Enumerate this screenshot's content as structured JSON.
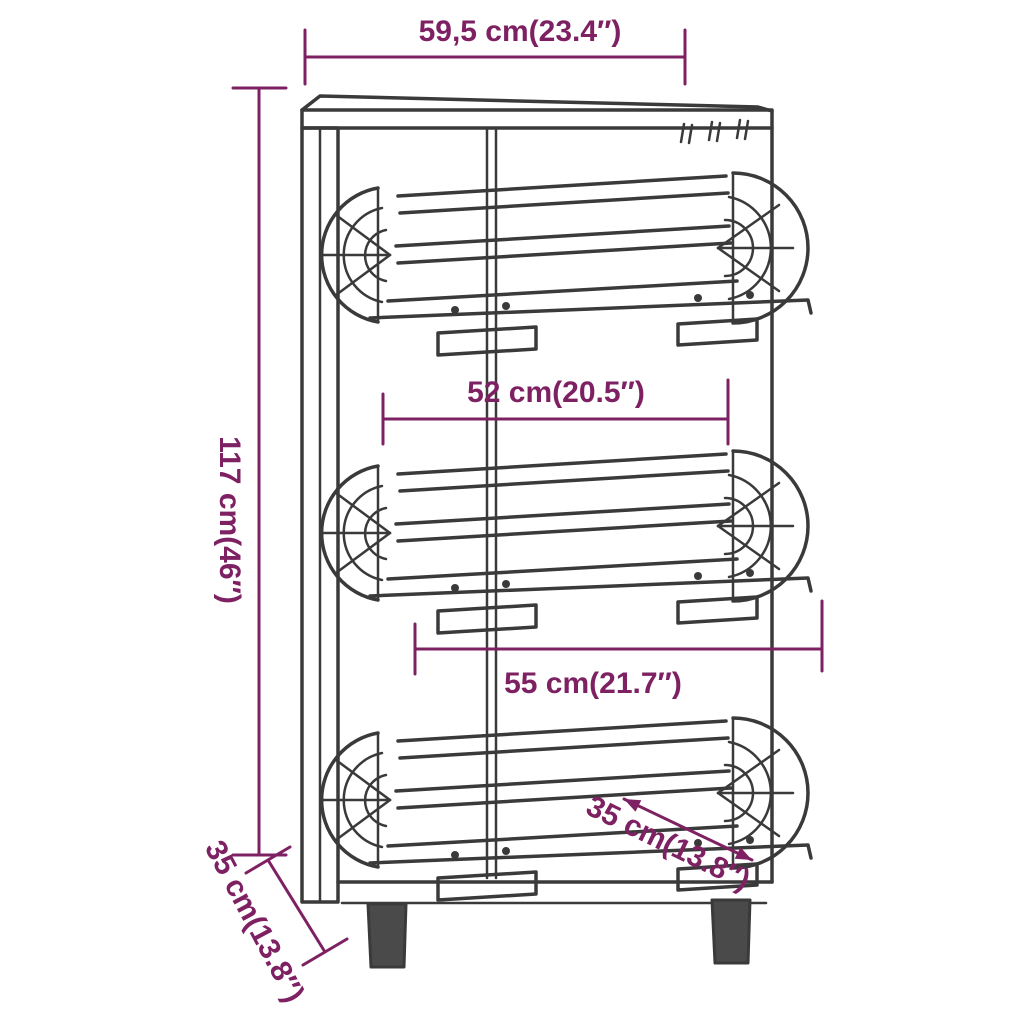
{
  "meta": {
    "drawing": "shoe-cabinet-with-3-flip-compartments",
    "background": "#ffffff",
    "accent_color": "#7e2163",
    "line_color": "#3a3a3a"
  },
  "dimensions": {
    "width_top": "59,5 cm(23.4″)",
    "height_left": "117 cm(46″)",
    "inner_width_upper": "52 cm(20.5″)",
    "inner_width_lower": "55 cm(21.7″)",
    "depth_side": "35 cm(13.8″)",
    "depth_flap": "35 cm(13.8″)"
  }
}
